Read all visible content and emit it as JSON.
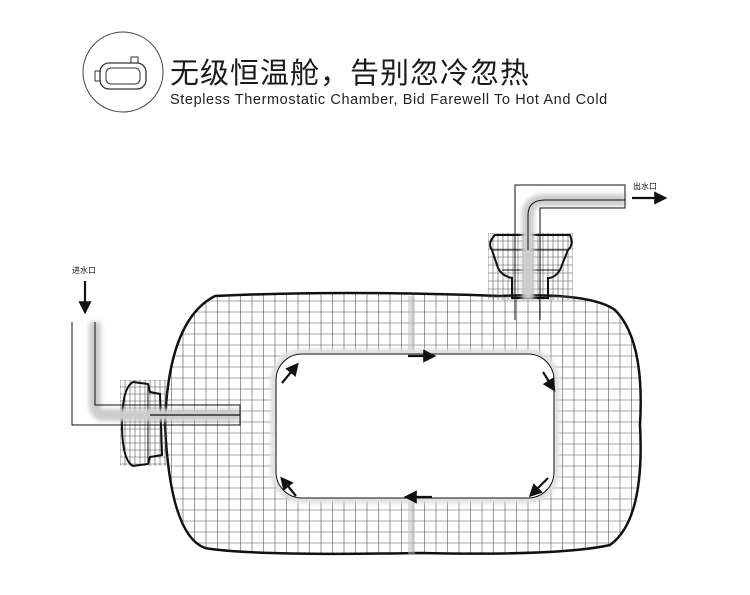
{
  "header": {
    "title": "无级恒温舱，告别忽冷忽热",
    "subtitle": "Stepless Thermostatic Chamber, Bid Farewell To Hot And Cold",
    "icon": "tank-icon"
  },
  "diagram": {
    "inlet_label": "进水口",
    "outlet_label": "出水口",
    "flow_direction": "clockwise"
  }
}
